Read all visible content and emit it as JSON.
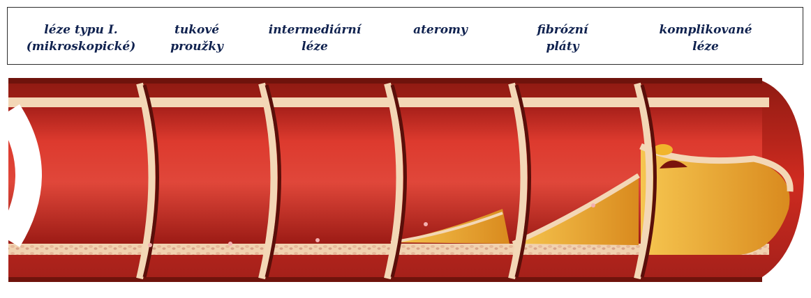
{
  "figure": {
    "stages": [
      {
        "id": "type1",
        "line1": "léze typu I.",
        "line2": "(mikroskopické)"
      },
      {
        "id": "fatty-streaks",
        "line1": "tukové",
        "line2": "proužky"
      },
      {
        "id": "intermediate",
        "line1": "intermediární",
        "line2": "léze"
      },
      {
        "id": "atheroma",
        "line1": "ateromy",
        "line2": ""
      },
      {
        "id": "fibrous-plaques",
        "line1": "fibrózní",
        "line2": "pláty"
      },
      {
        "id": "complicated",
        "line1": "komplikované",
        "line2": "léze"
      }
    ],
    "colors": {
      "header_border": "#2b2b2b",
      "label_text": "#10224f",
      "vessel_wall": "#c8261e",
      "vessel_wall_dark": "#8e1a12",
      "lumen_red": "#d8302a",
      "lumen_shadow": "#9e1a16",
      "intima_cream": "#f3d7b6",
      "lipid_yellow": "#f1b52c",
      "lipid_orange": "#d98a1e",
      "cut_edge_dark": "#5a0f0a"
    }
  }
}
